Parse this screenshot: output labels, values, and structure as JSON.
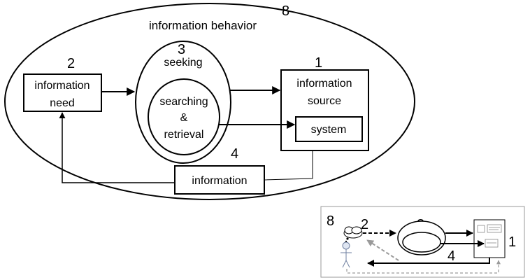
{
  "diagram": {
    "title": "information behavior",
    "title_number": "8",
    "need_number": "2",
    "need_line1": "information",
    "need_line2": "need",
    "seeking_number": "3",
    "seeking_label": "seeking",
    "searching_line1": "searching",
    "searching_line2": "&",
    "searching_line3": "retrieval",
    "source_number": "1",
    "source_line1": "information",
    "source_line2": "source",
    "system_label": "system",
    "information_number": "4",
    "information_label": "information"
  },
  "mini": {
    "n8": "8",
    "n2": "2",
    "n3": "3",
    "n1": "1",
    "n4": "4"
  }
}
